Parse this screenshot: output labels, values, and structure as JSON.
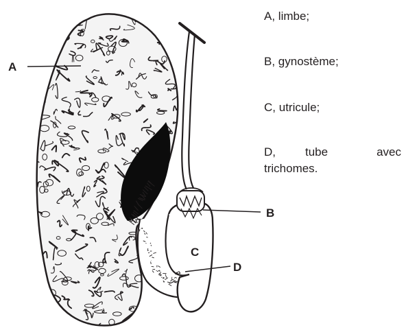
{
  "figure": {
    "labels": {
      "a": "A",
      "b": "B",
      "c": "C",
      "d": "D"
    },
    "colors": {
      "ink": "#231f20",
      "paper": "#ffffff"
    }
  },
  "legend": {
    "items": [
      {
        "key": "A,",
        "desc": "limbe;"
      },
      {
        "key": "B,",
        "desc": "gynostème;"
      },
      {
        "key": "C,",
        "desc": "utricule;"
      },
      {
        "key": "D,",
        "desc_line1": "tube avec",
        "desc_line2": "trichomes."
      }
    ]
  }
}
